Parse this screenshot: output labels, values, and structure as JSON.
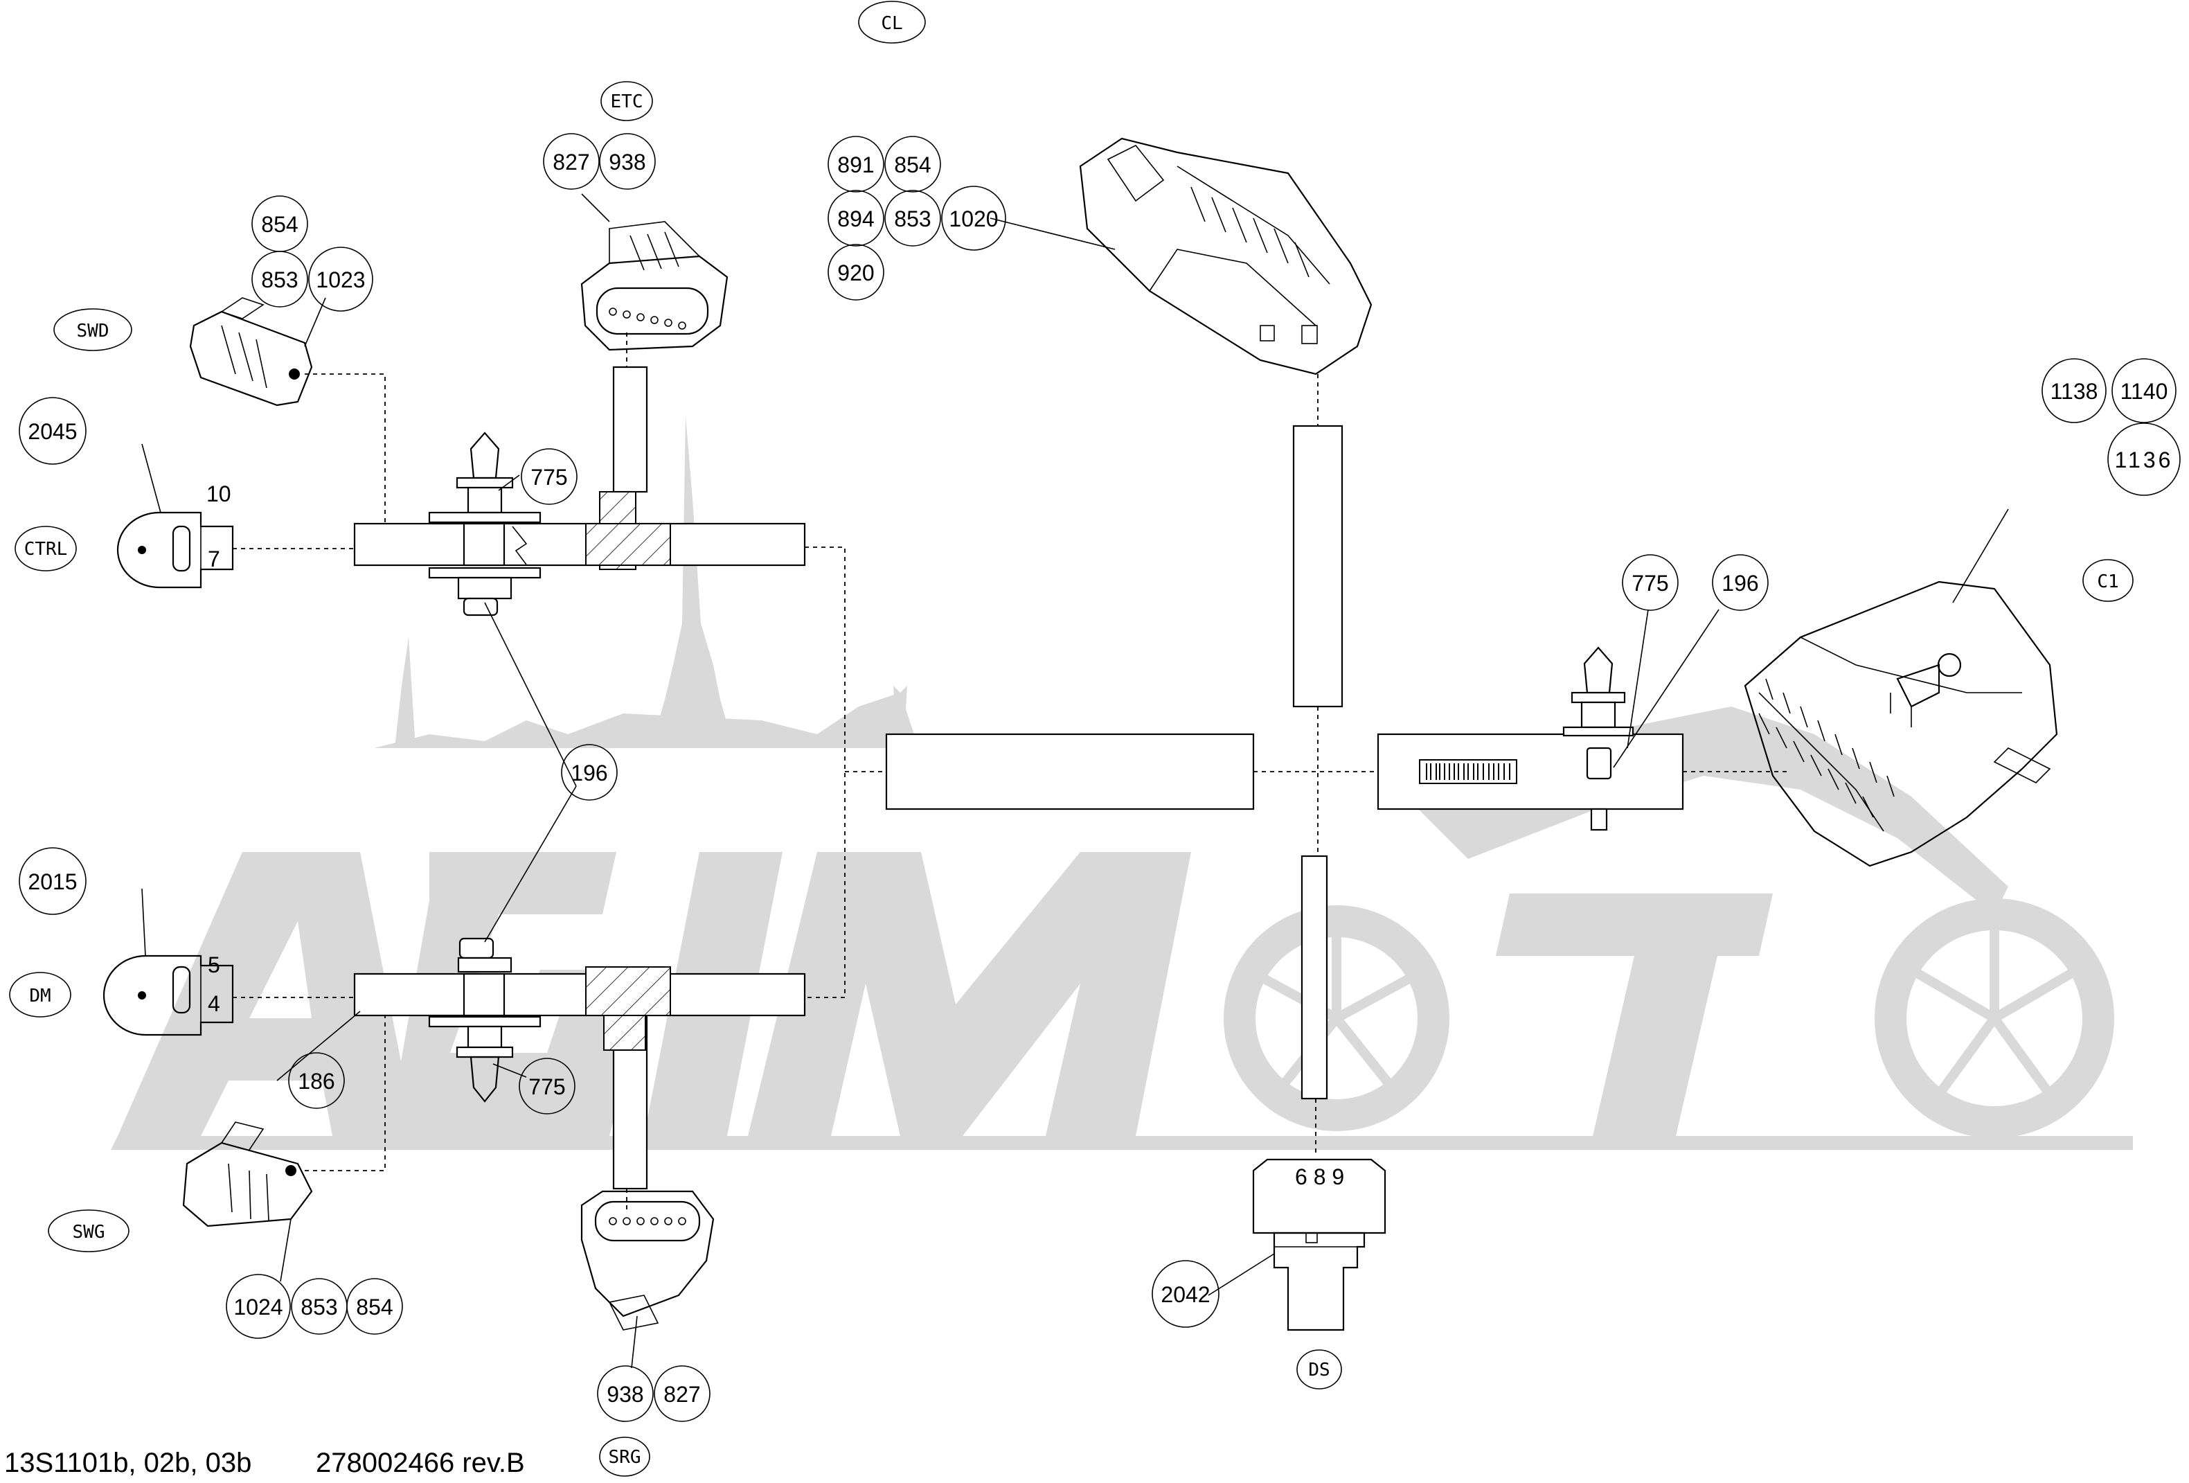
{
  "watermark": {
    "text": "AGIMoto",
    "color": "#d9d9d9"
  },
  "labels": {
    "cl": "CL",
    "etc": "ETC",
    "swd": "SWD",
    "ctrl": "CTRL",
    "dm": "DM",
    "swg": "SWG",
    "c1": "C1",
    "ds": "DS",
    "srg": "SRG"
  },
  "callouts": {
    "etc_827": "827",
    "etc_938": "938",
    "swd_854": "854",
    "swd_853": "853",
    "swd_1023": "1023",
    "ctrl_2045": "2045",
    "top_775": "775",
    "mid_196": "196",
    "dm_2015": "2015",
    "bot_186": "186",
    "bot_775": "775",
    "swg_1024": "1024",
    "swg_853": "853",
    "swg_854": "854",
    "srg_938": "938",
    "srg_827": "827",
    "cl_891": "891",
    "cl_854": "854",
    "cl_894": "894",
    "cl_853": "853",
    "cl_1020": "1020",
    "cl_920": "920",
    "c1_1138": "1138",
    "c1_1140": "1140",
    "c1_1136": "1136",
    "right_775": "775",
    "right_196": "196",
    "ds_2042": "2042"
  },
  "connector_pins": {
    "ctrl_top": "10",
    "ctrl_bottom": "7",
    "dm_top": "5",
    "dm_bottom": "4",
    "ds_pins": "6 8 9"
  },
  "footer": {
    "models": "13S1101b, 02b, 03b",
    "part_number": "278002466 rev.B"
  }
}
